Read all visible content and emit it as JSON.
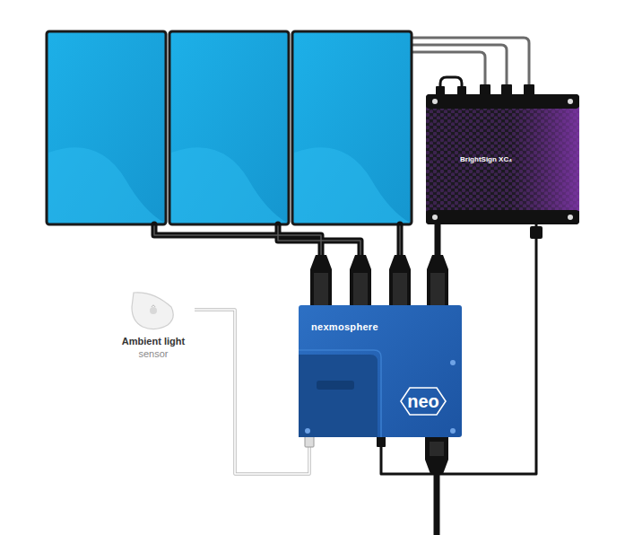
{
  "diagram": {
    "nodes": [
      {
        "text": [
          "BrightSign XC₄"
        ]
      },
      {
        "text": [
          "Ambient light",
          "sensor"
        ]
      },
      {
        "text": [
          "nexmosphere",
          "neo"
        ]
      }
    ],
    "edges": [
      {
        "from": 0,
        "to": 2,
        "arrow": "none"
      },
      {
        "from": 2,
        "to": 0,
        "arrow": "none"
      },
      {
        "from": 1,
        "to": 2,
        "arrow": "none"
      }
    ]
  }
}
